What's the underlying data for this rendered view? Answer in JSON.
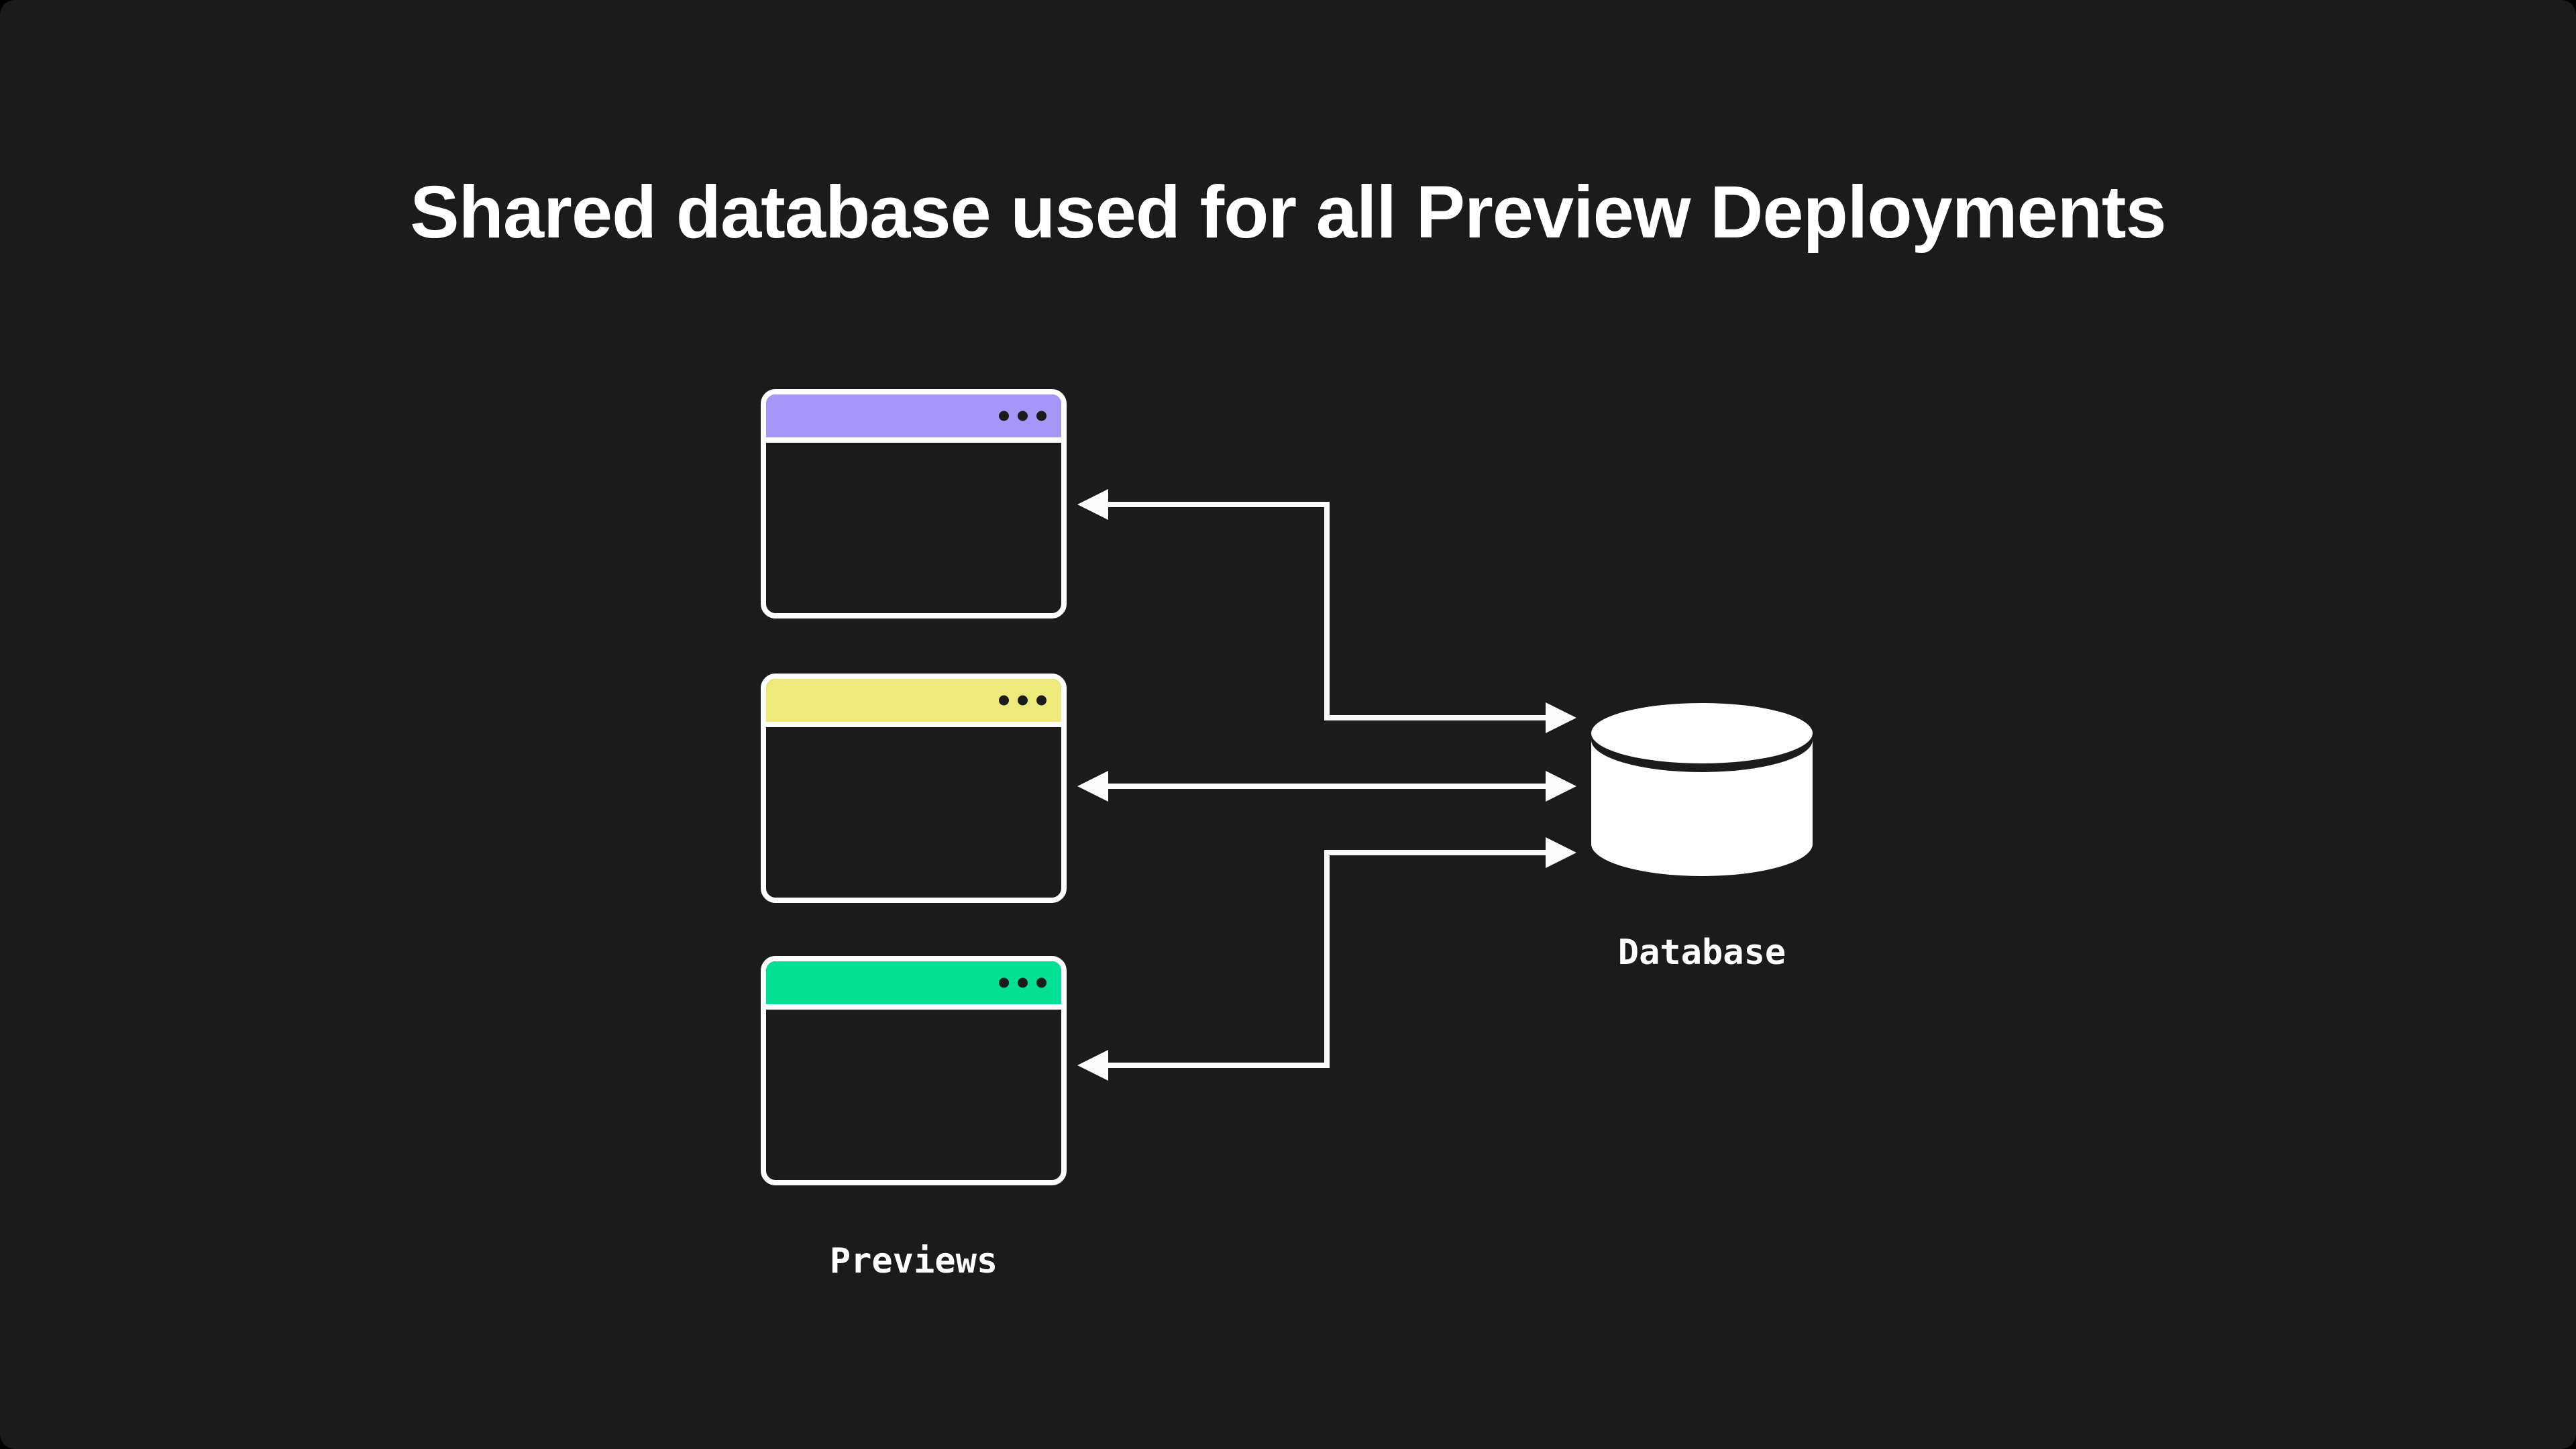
{
  "title": "Shared database used for all Preview Deployments",
  "labels": {
    "previews": "Previews",
    "database": "Database"
  },
  "colors": {
    "background": "#1b1b1b",
    "text": "#ffffff",
    "connector": "#fafafa",
    "window_border": "#ffffff",
    "window_body": "#1b1b1b",
    "window_dots": "#1b1b1b",
    "titlebar_purple": "#a696f8",
    "titlebar_yellow": "#edea7b",
    "titlebar_green": "#03e093",
    "database_fill": "#ffffff"
  },
  "windows": [
    {
      "id": "preview-window-1",
      "titlebar": "purple",
      "titlebar_color": "#a696f8",
      "dots_count": 3
    },
    {
      "id": "preview-window-2",
      "titlebar": "yellow",
      "titlebar_color": "#edea7b",
      "dots_count": 3
    },
    {
      "id": "preview-window-3",
      "titlebar": "green",
      "titlebar_color": "#03e093",
      "dots_count": 3
    }
  ],
  "database_node": {
    "icon": "database-cylinder-icon",
    "label": "Database"
  },
  "connections": [
    {
      "from": "preview-window-1",
      "to": "database",
      "bidirectional": true,
      "shape": "elbow"
    },
    {
      "from": "preview-window-2",
      "to": "database",
      "bidirectional": true,
      "shape": "straight"
    },
    {
      "from": "preview-window-3",
      "to": "database",
      "bidirectional": true,
      "shape": "elbow"
    }
  ]
}
